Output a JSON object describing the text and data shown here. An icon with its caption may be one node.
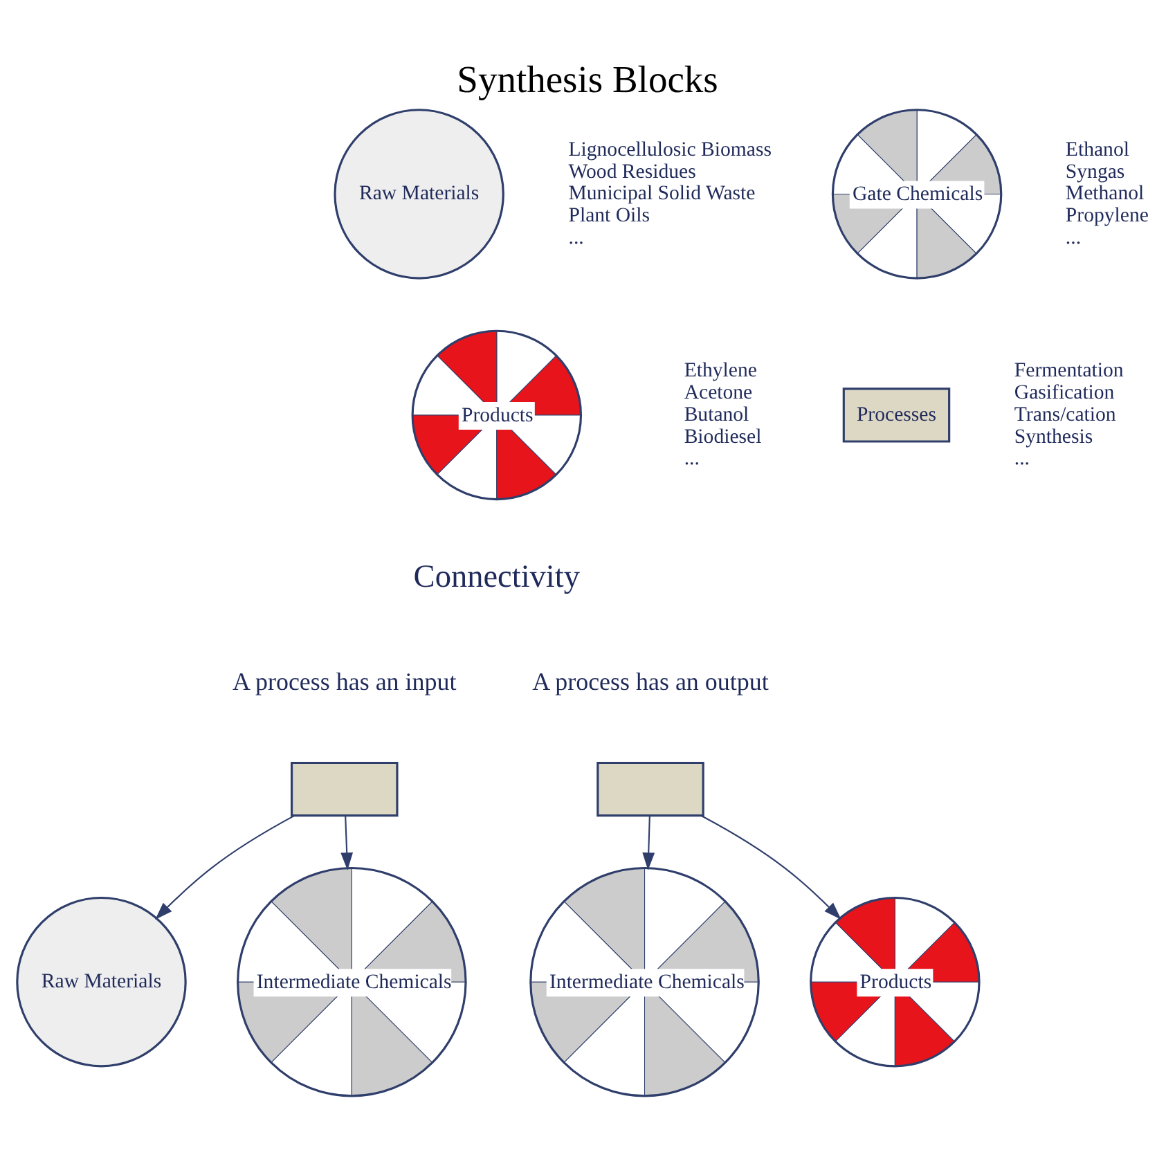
{
  "diagram": {
    "title": "Synthesis Blocks",
    "nodes": [
      {
        "text": [
          "Raw Materials"
        ],
        "beside": [
          "Lignocellulosic Biomass",
          "Wood Residues",
          "Municipal Solid Waste",
          "Plant Oils",
          "..."
        ]
      },
      {
        "text": [
          "Gate Chemicals"
        ],
        "beside": [
          "Ethanol",
          "Syngas",
          "Methanol",
          "Propylene",
          "..."
        ]
      },
      {
        "text": [
          "Products"
        ],
        "beside": [
          "Ethylene",
          "Acetone",
          "Butanol",
          "Biodiesel",
          "..."
        ]
      },
      {
        "text": [
          "Processes"
        ],
        "beside": [
          "Fermentation",
          "Gasification",
          "Trans/cation",
          "Synthesis",
          "..."
        ]
      },
      {
        "text": [],
        "shape": "box"
      },
      {
        "text": [
          "Raw Materials"
        ]
      },
      {
        "text": [
          "Intermediate Chemicals"
        ]
      },
      {
        "text": [],
        "shape": "box"
      },
      {
        "text": [
          "Intermediate Chemicals"
        ]
      },
      {
        "text": [
          "Products"
        ]
      }
    ],
    "edges": [
      {
        "from": 4,
        "to": 5,
        "arrow": "to"
      },
      {
        "from": 4,
        "to": 6,
        "arrow": "to"
      },
      {
        "from": 7,
        "to": 8,
        "arrow": "to"
      },
      {
        "from": 7,
        "to": 9,
        "arrow": "to"
      }
    ],
    "labels": [
      "Connectivity",
      "A process has an input",
      "A process has an output"
    ]
  }
}
